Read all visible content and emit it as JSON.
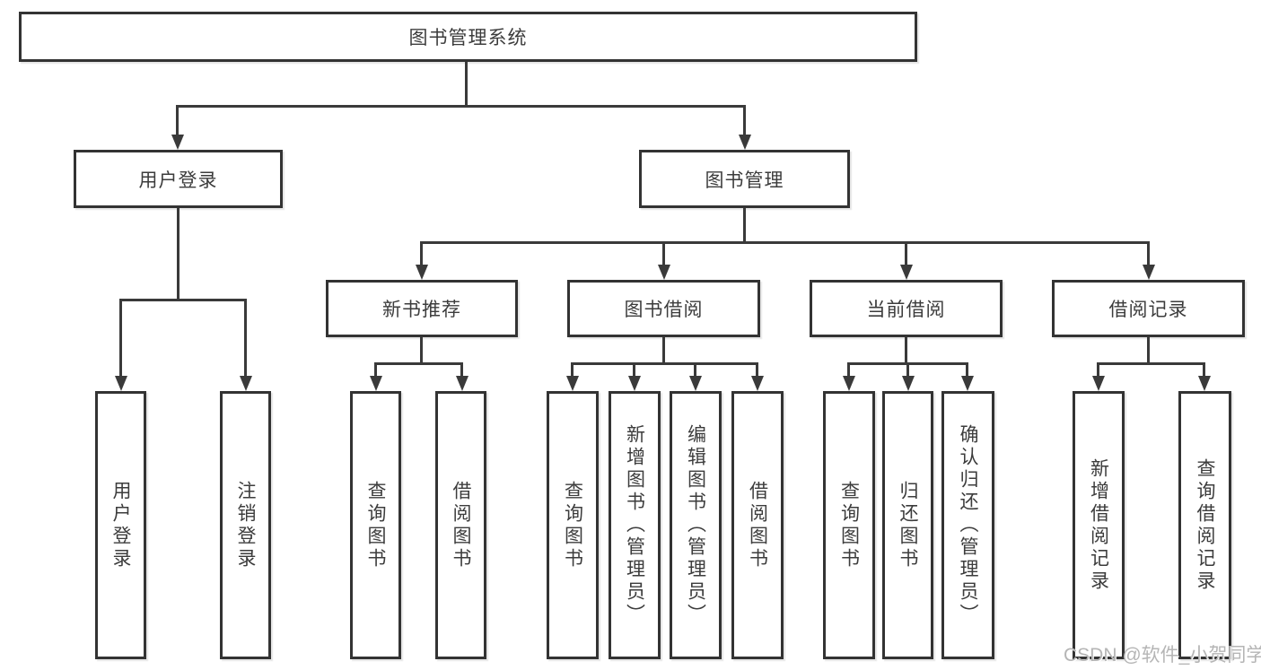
{
  "diagram": {
    "title": "图书管理系统",
    "root": {
      "label": "图书管理系统"
    },
    "level2": [
      {
        "label": "用户登录"
      },
      {
        "label": "图书管理"
      }
    ],
    "level3": [
      {
        "label": "新书推荐"
      },
      {
        "label": "图书借阅"
      },
      {
        "label": "当前借阅"
      },
      {
        "label": "借阅记录"
      }
    ],
    "leaves": [
      {
        "label": "用户登录",
        "parent": "用户登录"
      },
      {
        "label": "注销登录",
        "parent": "用户登录"
      },
      {
        "label": "查询图书",
        "parent": "新书推荐"
      },
      {
        "label": "借阅图书",
        "parent": "新书推荐"
      },
      {
        "label": "查询图书",
        "parent": "图书借阅"
      },
      {
        "label": "新增图书（管理员）",
        "parent": "图书借阅"
      },
      {
        "label": "编辑图书（管理员）",
        "parent": "图书借阅"
      },
      {
        "label": "借阅图书",
        "parent": "图书借阅"
      },
      {
        "label": "查询图书",
        "parent": "当前借阅"
      },
      {
        "label": "归还图书",
        "parent": "当前借阅"
      },
      {
        "label": "确认归还（管理员）",
        "parent": "当前借阅"
      },
      {
        "label": "新增借阅记录",
        "parent": "借阅记录"
      },
      {
        "label": "查询借阅记录",
        "parent": "借阅记录"
      }
    ]
  },
  "watermark": "CSDN @软件_小贺同学",
  "colors": {
    "line": "#3a3a3a",
    "box_border": "#333333",
    "text": "#3c3c3c",
    "watermark_text": "#b5b5b5",
    "background": "#ffffff"
  }
}
